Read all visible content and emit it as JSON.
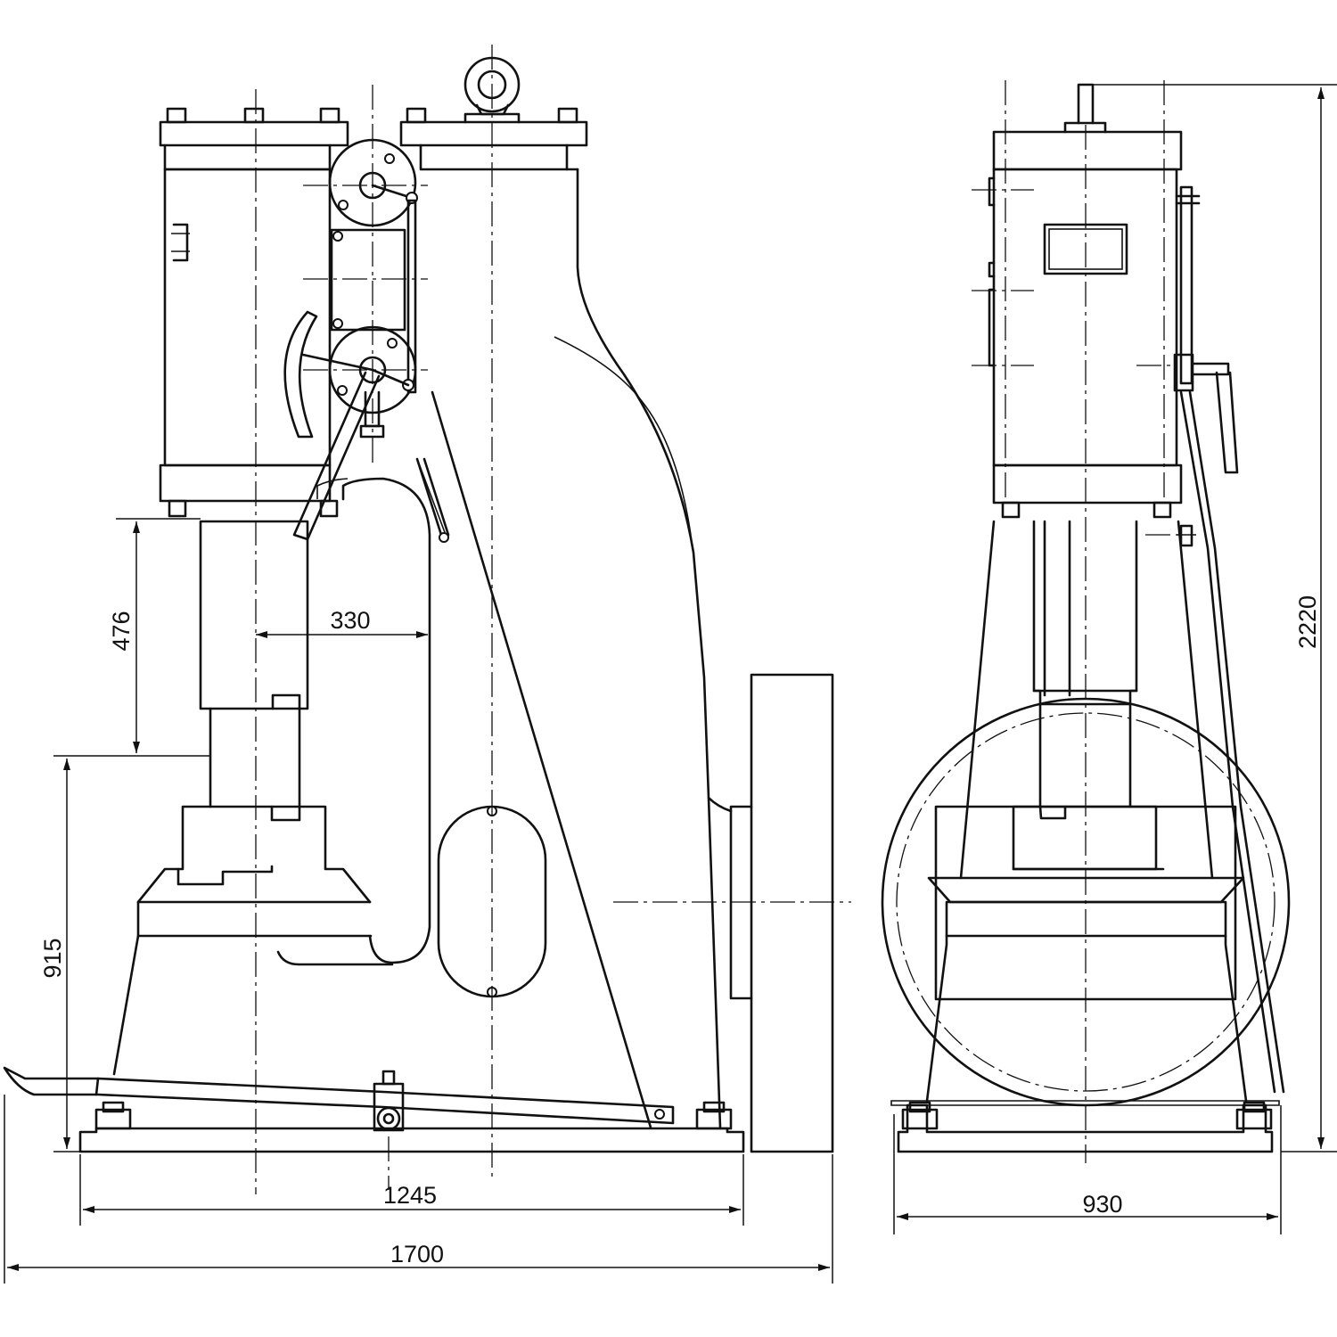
{
  "dimensions": {
    "ram_stroke": "476",
    "throat_depth": "330",
    "anvil_height": "915",
    "base_length": "1245",
    "overall_length": "1700",
    "base_width": "930",
    "overall_height": "2220"
  }
}
